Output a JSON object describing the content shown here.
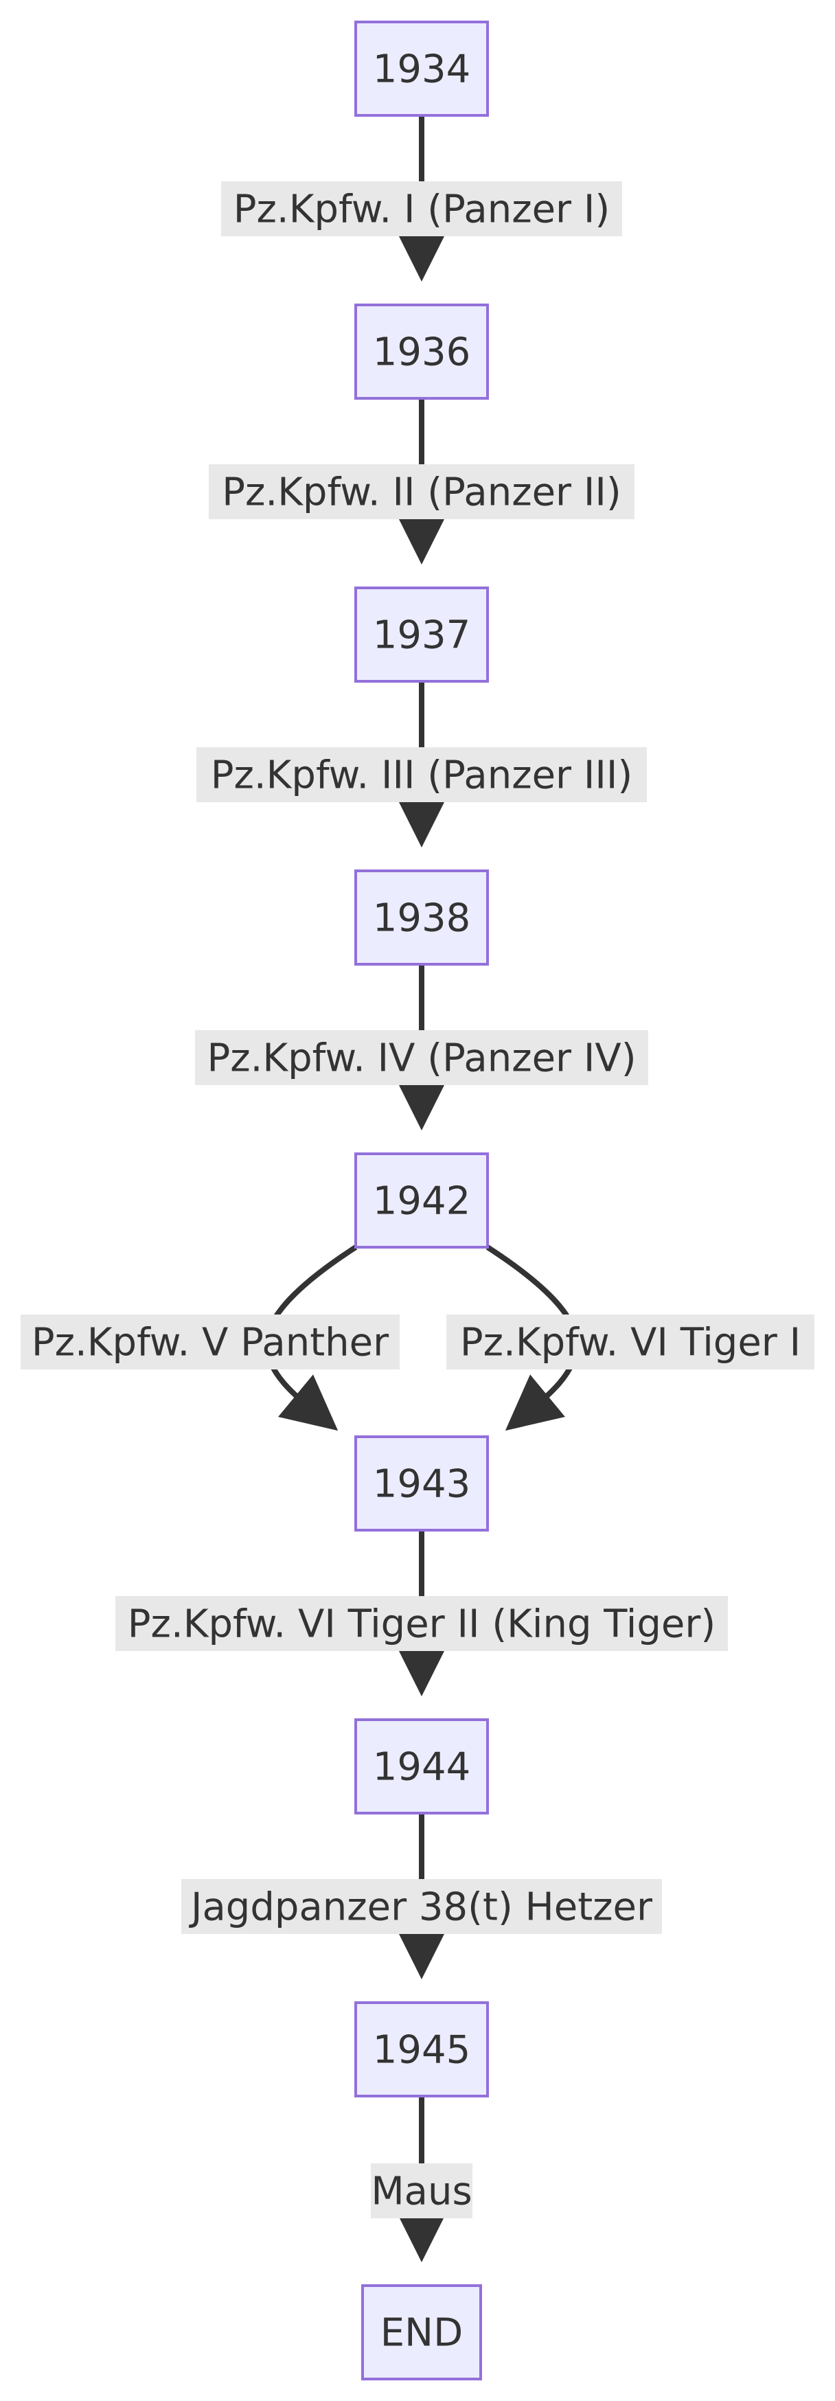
{
  "diagram": {
    "nodes": [
      {
        "id": "n1934",
        "label": "1934"
      },
      {
        "id": "n1936",
        "label": "1936"
      },
      {
        "id": "n1937",
        "label": "1937"
      },
      {
        "id": "n1938",
        "label": "1938"
      },
      {
        "id": "n1942",
        "label": "1942"
      },
      {
        "id": "n1943",
        "label": "1943"
      },
      {
        "id": "n1944",
        "label": "1944"
      },
      {
        "id": "n1945",
        "label": "1945"
      },
      {
        "id": "nend",
        "label": "END"
      }
    ],
    "edges": [
      {
        "from": "n1934",
        "to": "n1936",
        "label": "Pz.Kpfw. I (Panzer I)"
      },
      {
        "from": "n1936",
        "to": "n1937",
        "label": "Pz.Kpfw. II (Panzer II)"
      },
      {
        "from": "n1937",
        "to": "n1938",
        "label": "Pz.Kpfw. III (Panzer III)"
      },
      {
        "from": "n1938",
        "to": "n1942",
        "label": "Pz.Kpfw. IV (Panzer IV)"
      },
      {
        "from": "n1942",
        "to": "n1943",
        "label": "Pz.Kpfw. V Panther"
      },
      {
        "from": "n1942",
        "to": "n1943",
        "label": "Pz.Kpfw. VI Tiger I"
      },
      {
        "from": "n1943",
        "to": "n1944",
        "label": "Pz.Kpfw. VI Tiger II (King Tiger)"
      },
      {
        "from": "n1944",
        "to": "n1945",
        "label": "Jagdpanzer 38(t) Hetzer"
      },
      {
        "from": "n1945",
        "to": "nend",
        "label": "Maus"
      }
    ]
  }
}
